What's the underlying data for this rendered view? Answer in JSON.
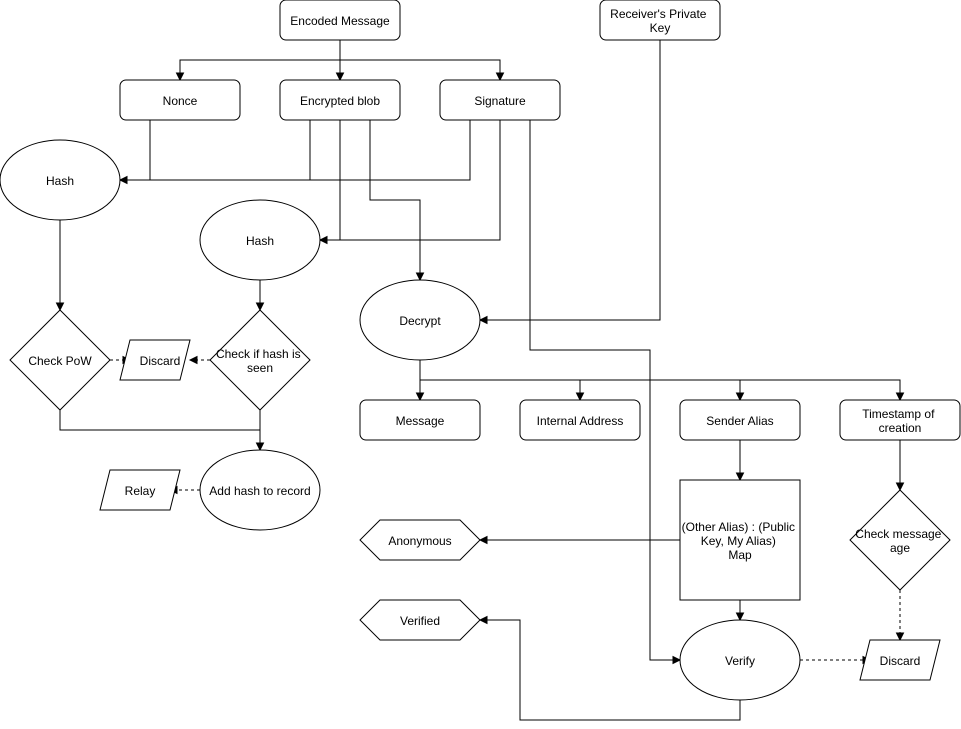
{
  "diagram": {
    "nodes": {
      "encoded_message": "Encoded Message",
      "receiver_private_key": [
        "Receiver's Private",
        "Key"
      ],
      "nonce": "Nonce",
      "encrypted_blob": "Encrypted blob",
      "signature": "Signature",
      "hash_pow": "Hash",
      "hash_seen": "Hash",
      "decrypt": "Decrypt",
      "check_pow": "Check PoW",
      "discard_pow": "Discard",
      "check_hash_seen": [
        "Check if hash is",
        "seen"
      ],
      "message": "Message",
      "internal_address": "Internal Address",
      "sender_alias": "Sender Alias",
      "timestamp": [
        "Timestamp of",
        "creation"
      ],
      "relay": "Relay",
      "add_hash_record": "Add hash to record",
      "anonymous": "Anonymous",
      "alias_map": [
        "(Other Alias) : (Public",
        "Key, My Alias)",
        "Map"
      ],
      "check_message_age": [
        "Check message",
        "age"
      ],
      "verified": "Verified",
      "verify": "Verify",
      "discard_age": "Discard"
    }
  }
}
